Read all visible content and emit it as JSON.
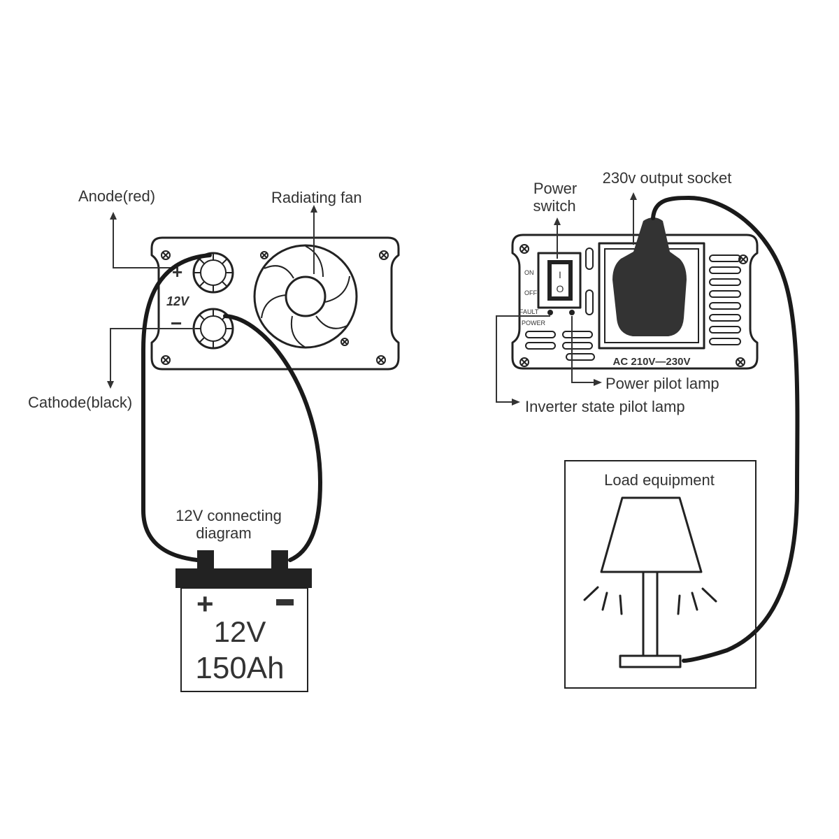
{
  "labels": {
    "anode": "Anode(red)",
    "radiating_fan": "Radiating fan",
    "cathode": "Cathode(black)",
    "panel_voltage": "12V",
    "panel_minus": "−",
    "connecting_diagram_line1": "12V connecting",
    "connecting_diagram_line2": "diagram",
    "battery_plus": "+",
    "battery_minus": "−",
    "battery_voltage": "12V",
    "battery_capacity": "150Ah",
    "power_switch_line1": "Power",
    "power_switch_line2": "switch",
    "output_socket": "230v output socket",
    "switch_on": "ON",
    "switch_off": "OFF",
    "fault": "FAULT",
    "power": "POWER",
    "ac_range": "AC 210V—230V",
    "power_pilot_lamp": "Power pilot lamp",
    "inverter_state_pilot_lamp": "Inverter state pilot lamp",
    "load_equipment": "Load equipment",
    "switch_symbol_on": "I",
    "switch_symbol_off": "O"
  },
  "colors": {
    "line": "#222222",
    "text": "#333333",
    "plug": "#333333",
    "background": "#ffffff"
  }
}
